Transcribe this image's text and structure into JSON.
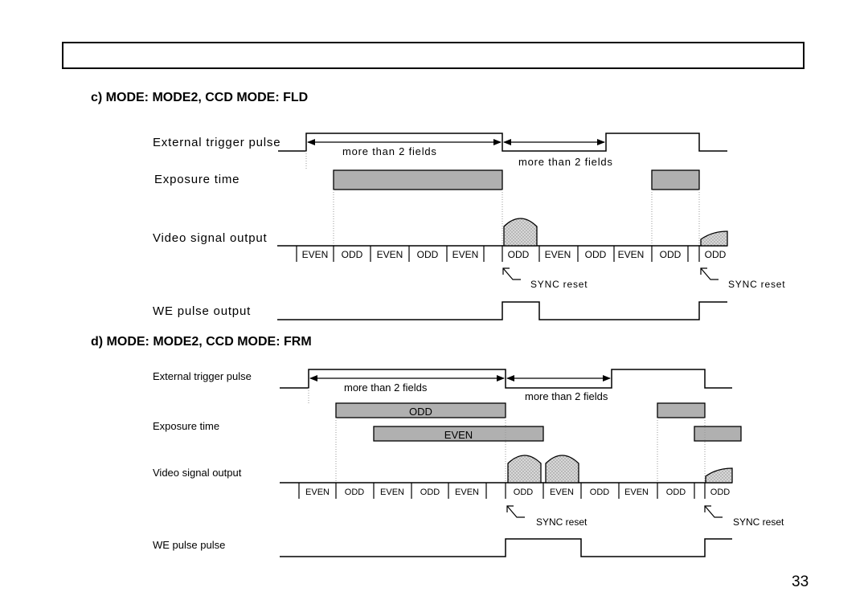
{
  "sections": [
    {
      "title": "c) MODE: MODE2, CCD MODE: FLD",
      "labels": {
        "trigger": "External trigger pulse",
        "exposure": "Exposure time",
        "video": "Video signal output",
        "we": "WE pulse output"
      },
      "interval_label": "more than 2 fields",
      "field_labels": [
        "EVEN",
        "ODD",
        "EVEN",
        "ODD",
        "EVEN",
        "ODD",
        "EVEN",
        "ODD",
        "EVEN",
        "ODD",
        "ODD"
      ],
      "exposure_bar_labels": [],
      "sync_label": "SYNC reset"
    },
    {
      "title": "d) MODE: MODE2, CCD MODE: FRM",
      "labels": {
        "trigger": "External trigger pulse",
        "exposure": "Exposure time",
        "video": "Video signal output",
        "we": "WE pulse pulse"
      },
      "interval_label": "more than 2 fields",
      "field_labels": [
        "EVEN",
        "ODD",
        "EVEN",
        "ODD",
        "EVEN",
        "ODD",
        "EVEN",
        "ODD",
        "EVEN",
        "ODD",
        "ODD"
      ],
      "exposure_bar_labels": [
        "ODD",
        "EVEN"
      ],
      "sync_label": "SYNC reset"
    }
  ],
  "page_number": "33",
  "colors": {
    "bar_fill": "#b0b0b0",
    "hatch_fill": "#cfcfcf",
    "line": "#000000",
    "guide": "#999999"
  }
}
